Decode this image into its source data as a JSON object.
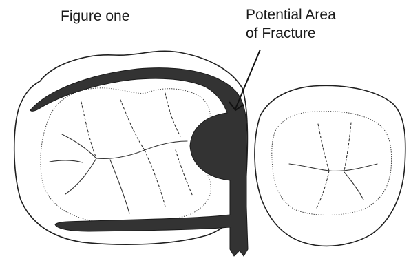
{
  "figure": {
    "title": "Figure one",
    "callout_line1": "Potential Area",
    "callout_line2": "of Fracture"
  }
}
